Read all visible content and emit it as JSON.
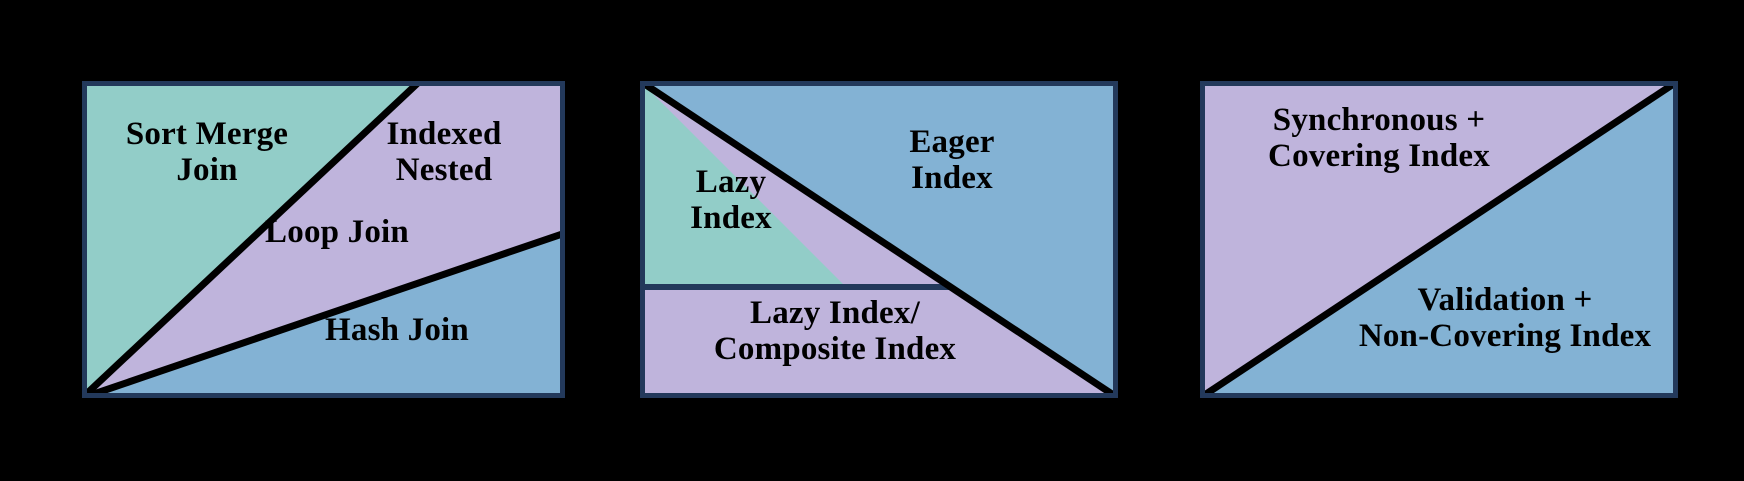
{
  "figure": {
    "background_color": "#000000",
    "panel_count": 3
  },
  "palette": {
    "teal": "#92CDC8",
    "purple": "#BFB4DC",
    "blue": "#83B2D4",
    "outline": "#23395B",
    "divider": "#000000",
    "text": "#000000"
  },
  "panels": [
    {
      "id": "panel-joins",
      "name": "join-algorithms-panel",
      "regions": [
        {
          "key": "r1",
          "label": "Sort Merge\nJoin",
          "fill": "teal"
        },
        {
          "key": "r2",
          "label": "Indexed\nNested",
          "fill": "purple"
        },
        {
          "key": "r3",
          "label": "Loop Join",
          "fill": "purple"
        },
        {
          "key": "r4",
          "label": "Hash Join",
          "fill": "blue"
        }
      ]
    },
    {
      "id": "panel-index-strategy",
      "name": "index-strategy-panel",
      "regions": [
        {
          "key": "r1",
          "label": "Lazy\nIndex",
          "fill": "teal"
        },
        {
          "key": "r2",
          "label": "Eager\nIndex",
          "fill": "blue"
        },
        {
          "key": "r3",
          "label": "Lazy Index/\nComposite Index",
          "fill": "purple"
        }
      ]
    },
    {
      "id": "panel-sync-validation",
      "name": "sync-validation-panel",
      "regions": [
        {
          "key": "r1",
          "label": "Synchronous +\nCovering Index",
          "fill": "purple"
        },
        {
          "key": "r2",
          "label": "Validation +\nNon-Covering Index",
          "fill": "blue"
        }
      ]
    }
  ]
}
